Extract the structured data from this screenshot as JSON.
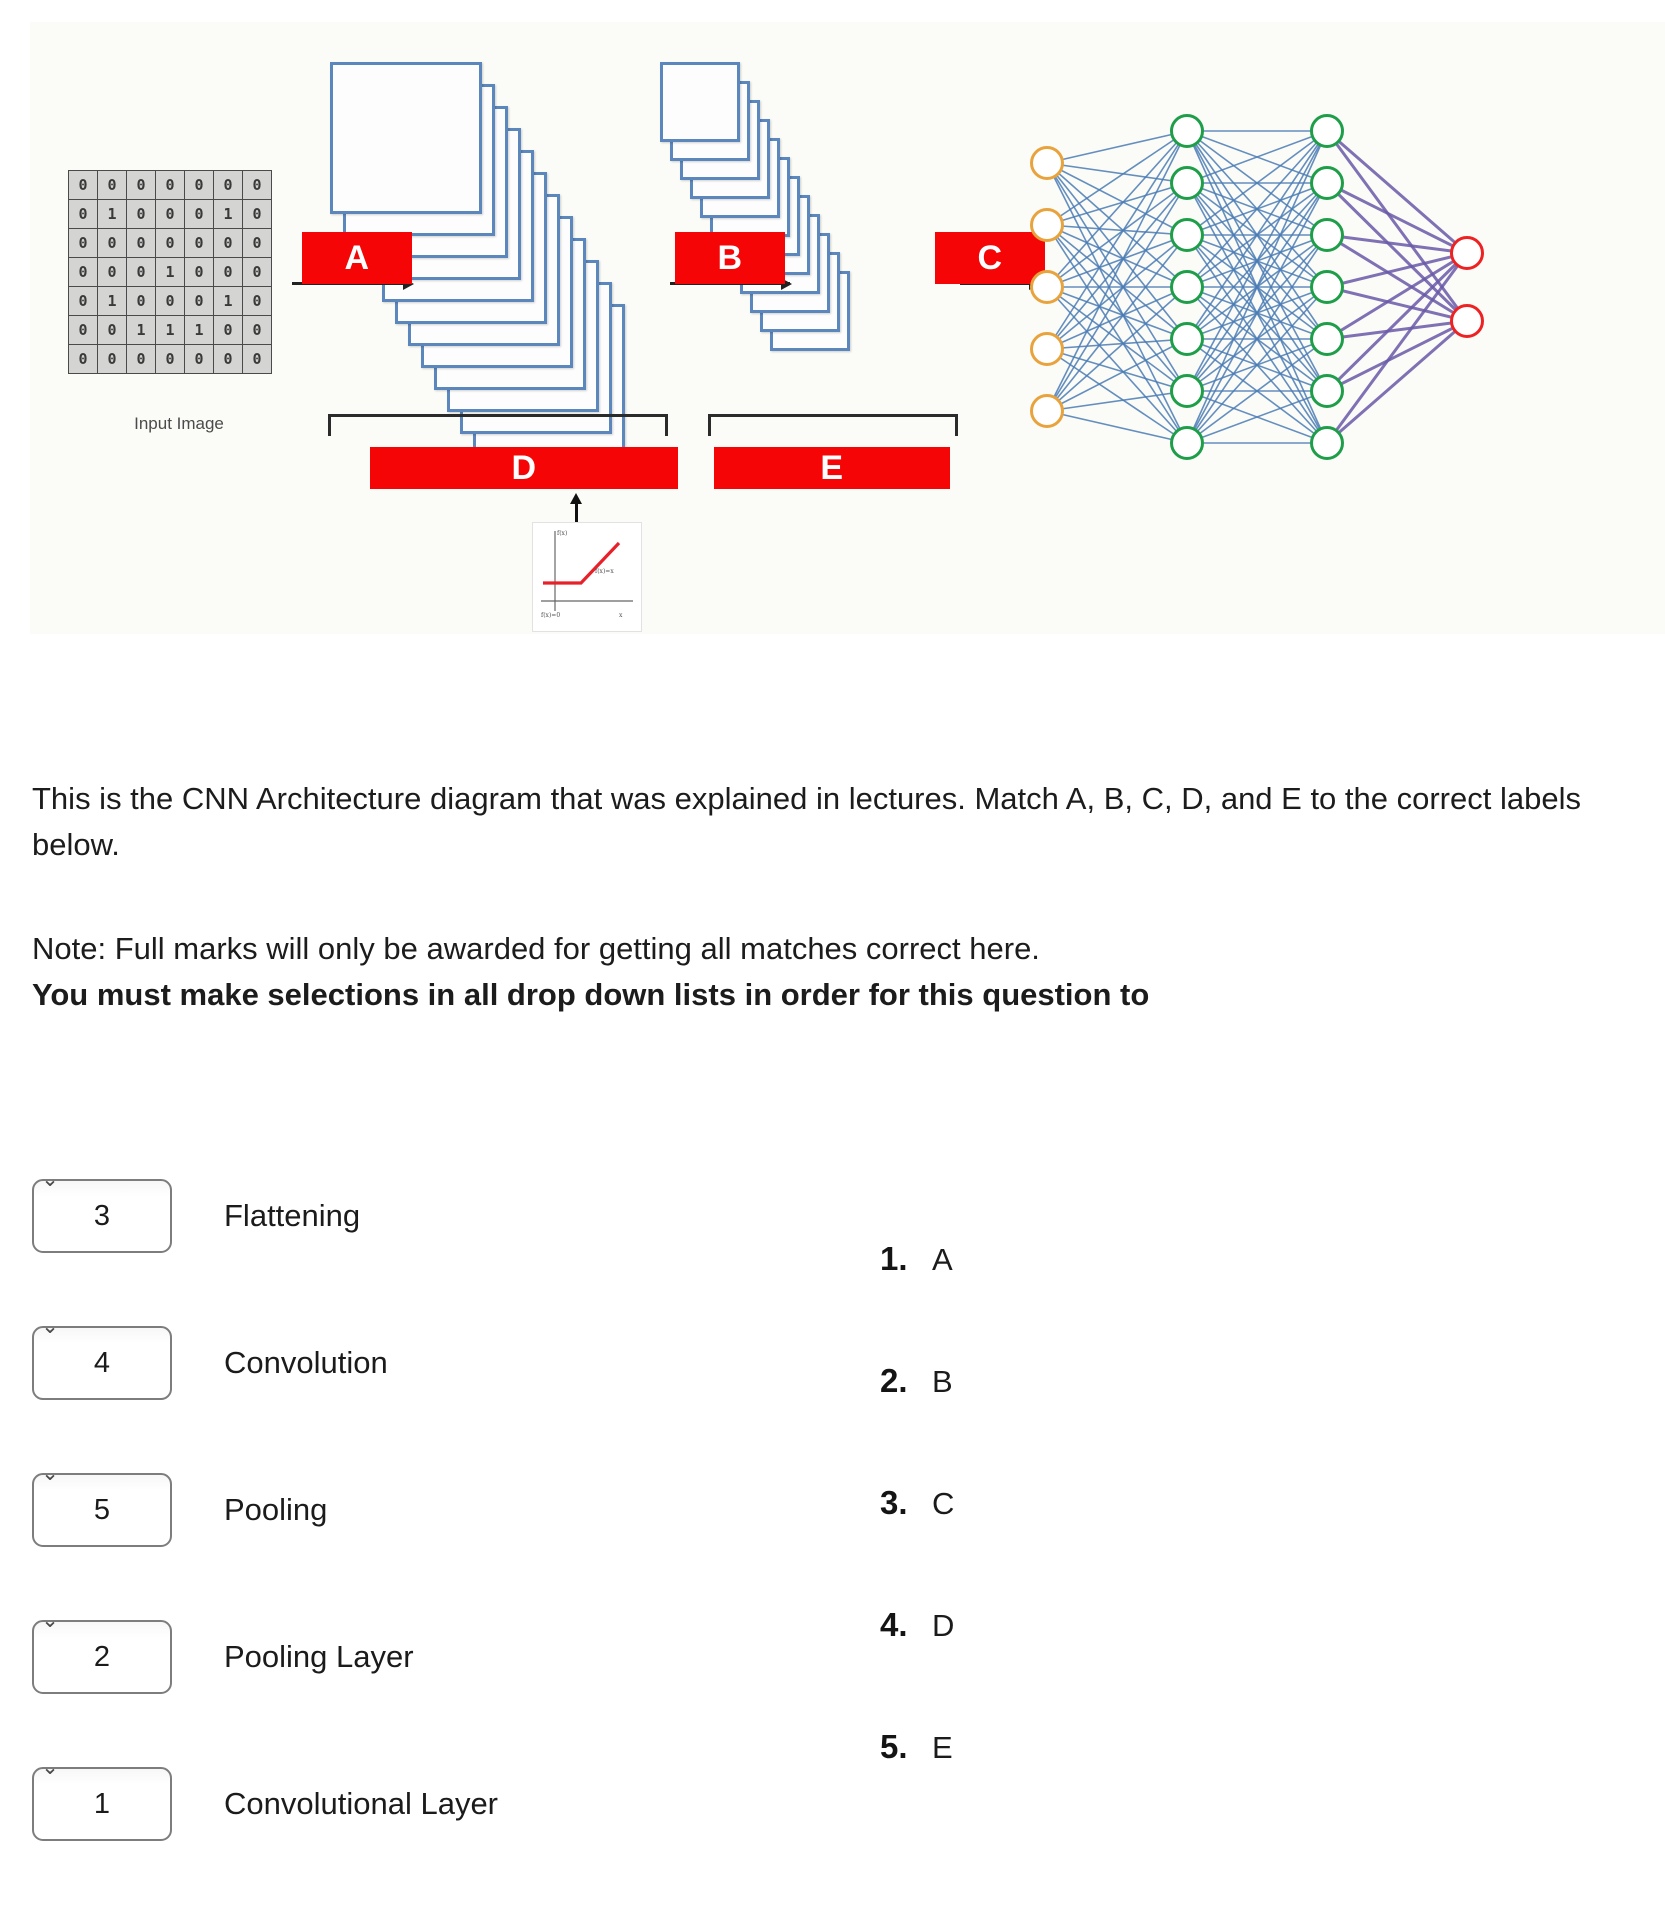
{
  "diagram": {
    "input_matrix": {
      "caption": "Input Image",
      "rows": [
        [
          0,
          0,
          0,
          0,
          0,
          0,
          0
        ],
        [
          0,
          1,
          0,
          0,
          0,
          1,
          0
        ],
        [
          0,
          0,
          0,
          0,
          0,
          0,
          0
        ],
        [
          0,
          0,
          0,
          1,
          0,
          0,
          0
        ],
        [
          0,
          1,
          0,
          0,
          0,
          1,
          0
        ],
        [
          0,
          0,
          1,
          1,
          1,
          0,
          0
        ],
        [
          0,
          0,
          0,
          0,
          0,
          0,
          0
        ]
      ]
    },
    "labels": {
      "a": "A",
      "b": "B",
      "c": "C",
      "d": "D",
      "e": "E"
    },
    "colors": {
      "label_chip": "#f50505",
      "label_text": "#ffffff",
      "feature_map_border": "#5b87bd",
      "panel_background": "#fbfbf7",
      "node_input": "#e8a33d",
      "node_hidden": "#1f9e4a",
      "node_output": "#ee2222",
      "edge": "#4a7cb5"
    },
    "relu_plot": {
      "y_axis": "f(x)",
      "positive_branch": "f(x)=x",
      "zero_branch": "f(x)=0",
      "x_axis": "x"
    }
  },
  "question": {
    "prompt": "This is the CNN Architecture diagram that was explained in lectures. Match A, B, C, D, and E to the correct labels below.",
    "note_line_1": "Note: Full marks will only be awarded for getting all matches correct here.",
    "note_line_2": "You must make selections in all drop down lists in order for this question to"
  },
  "matches": [
    {
      "selected": "3",
      "label": "Flattening"
    },
    {
      "selected": "4",
      "label": "Convolution"
    },
    {
      "selected": "5",
      "label": "Pooling"
    },
    {
      "selected": "2",
      "label": "Pooling Layer"
    },
    {
      "selected": "1",
      "label": "Convolutional Layer"
    }
  ],
  "legend": [
    {
      "number": "1.",
      "value": "A"
    },
    {
      "number": "2.",
      "value": "B"
    },
    {
      "number": "3.",
      "value": "C"
    },
    {
      "number": "4.",
      "value": "D"
    },
    {
      "number": "5.",
      "value": "E"
    }
  ],
  "icons": {
    "dropdown_chevron": "chevron-down-icon"
  }
}
